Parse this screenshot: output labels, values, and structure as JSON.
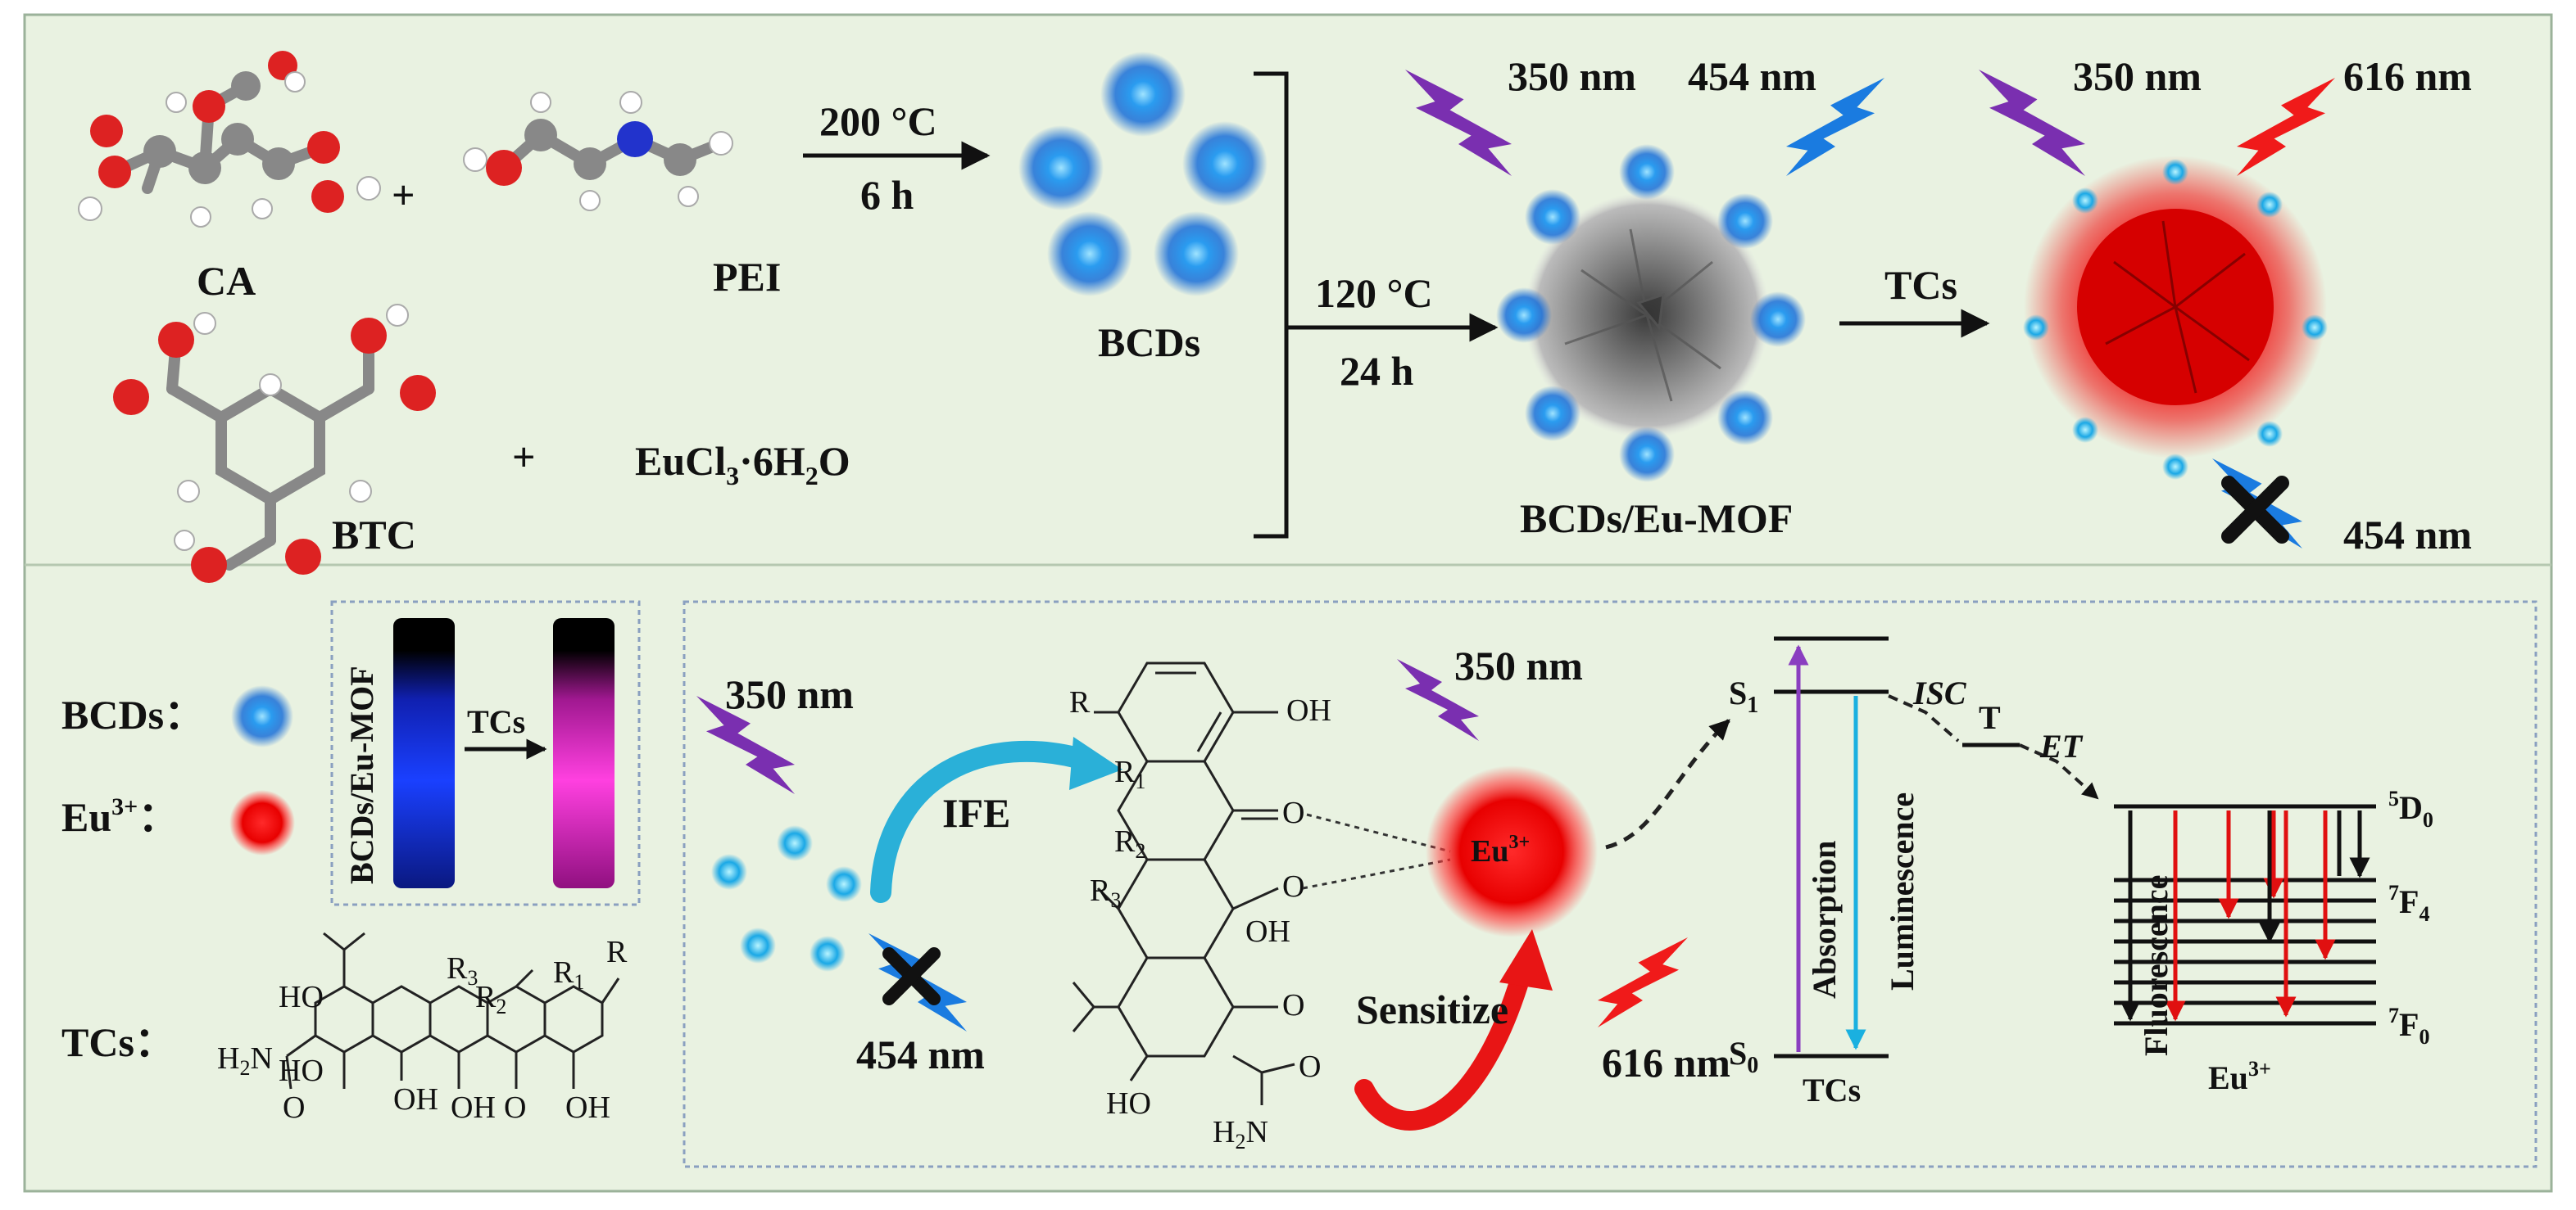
{
  "top": {
    "ca_label": "CA",
    "pei_label": "PEI",
    "btc_label": "BTC",
    "plus": "+",
    "eucl3": "EuCl",
    "eucl3_sub": "3",
    "eucl3_water": "·6H",
    "eucl3_water_sub": "2",
    "eucl3_water_end": "O",
    "step1_temp": "200 °C",
    "step1_time": "6 h",
    "bcds_label": "BCDs",
    "step2_temp": "120 °C",
    "step2_time": "24 h",
    "product_label": "BCDs/Eu-MOF",
    "tcs_arrow": "TCs",
    "excitation_1": "350 nm",
    "emission_blue": "454 nm",
    "excitation_2": "350 nm",
    "emission_red": "616 nm",
    "quenched_blue": "454 nm"
  },
  "legend": {
    "bcds_label": "BCDs：",
    "eu_label": "Eu",
    "eu_sup": "3+",
    "eu_colon": "：",
    "tcs_label": "TCs：",
    "vial_label": "BCDs/Eu-MOF",
    "vial_arrow": "TCs"
  },
  "tcs_structure": {
    "ho1": "HO",
    "r3": "R",
    "r3_sub": "3",
    "r2": "R",
    "r2_sub": "2",
    "r1": "R",
    "r1_sub": "1",
    "r": "R",
    "ho2": "HO",
    "h2n": "H",
    "h2n_sub": "2",
    "h2n_end": "N",
    "oh1": "OH",
    "oh2": "OH",
    "oh3": "OH",
    "o1": "O",
    "o2": "O"
  },
  "mechanism": {
    "excitation_left": "350 nm",
    "ife_label": "IFE",
    "quenched_454": "454 nm",
    "excitation_eu": "350 nm",
    "eu_center": "Eu",
    "eu_center_sup": "3+",
    "sensitize": "Sensitize",
    "emission_616": "616 nm",
    "struct_r": "R",
    "struct_oh_top": "OH",
    "struct_r1": "R",
    "struct_r1_sub": "1",
    "struct_r2": "R",
    "struct_r2_sub": "2",
    "struct_r3": "R",
    "struct_r3_sub": "3",
    "struct_o1": "O",
    "struct_o2": "O",
    "struct_oh_mid": "OH",
    "struct_o3": "O",
    "struct_ho": "HO",
    "struct_o4": "O",
    "struct_h2n": "H",
    "struct_h2n_sub": "2",
    "struct_h2n_end": "N"
  },
  "energy": {
    "s1": "S",
    "s1_sub": "1",
    "s0": "S",
    "s0_sub": "0",
    "isc": "ISC",
    "t": "T",
    "et": "ET",
    "absorption": "Absorption",
    "luminescence": "Luminescence",
    "tcs": "TCs",
    "fluorescence": "Fluorescence",
    "d0_sup": "5",
    "d0": "D",
    "d0_sub": "0",
    "f4_sup": "7",
    "f4": "F",
    "f4_sub": "4",
    "f0_sup": "7",
    "f0": "F",
    "f0_sub": "0",
    "eu": "Eu",
    "eu_sup": "3+"
  },
  "colors": {
    "background": "#e9f2e1",
    "blue_dot": "#1e8fe8",
    "red_dot": "#f01818",
    "purple_bolt": "#7a2fb0",
    "blue_bolt": "#1a7be0",
    "red_bolt": "#f01a1a",
    "cyan_arrow": "#2ab0d8",
    "panel_border": "#8aa0c0"
  }
}
